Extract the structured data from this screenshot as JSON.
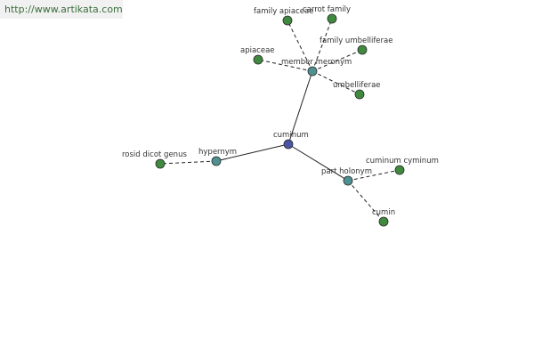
{
  "header": {
    "url_text": "http://www.artikata.com"
  },
  "colors": {
    "root_node": "#4a54a8",
    "relation_node": "#4f9090",
    "leaf_node": "#3f8a3f",
    "edge": "#222222"
  },
  "graph": {
    "root": {
      "id": "cuminum",
      "label": "cuminum"
    },
    "relations": [
      {
        "id": "member-meronym",
        "label": "member meronym",
        "terms": [
          "family apiaceae",
          "carrot family",
          "family umbelliferae",
          "apiaceae",
          "umbelliferae"
        ]
      },
      {
        "id": "hypernym",
        "label": "hypernym",
        "terms": [
          "rosid dicot genus"
        ]
      },
      {
        "id": "part-holonym",
        "label": "part holonym",
        "terms": [
          "cuminum cyminum",
          "cumin"
        ]
      }
    ]
  }
}
